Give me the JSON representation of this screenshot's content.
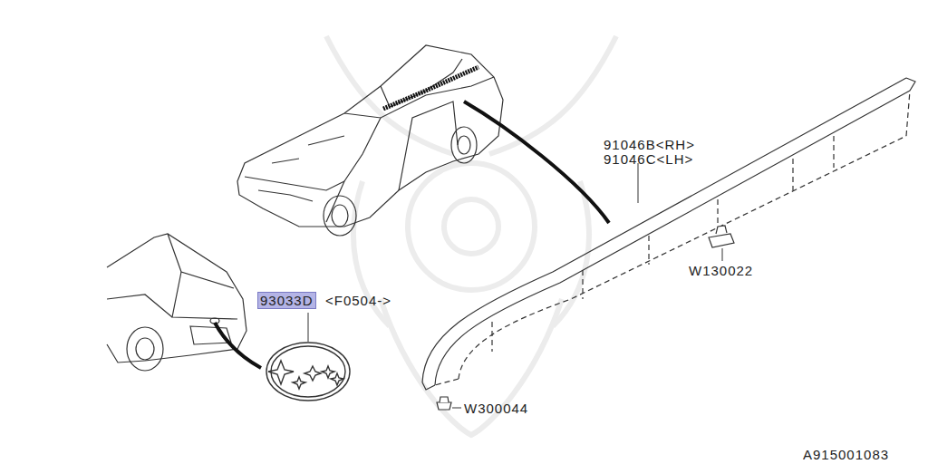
{
  "diagram": {
    "labels": [
      "91046B<RH>",
      "91046C<LH>",
      "W130022",
      "93033D",
      "<F0504->",
      "W300044",
      "A915001083"
    ]
  }
}
